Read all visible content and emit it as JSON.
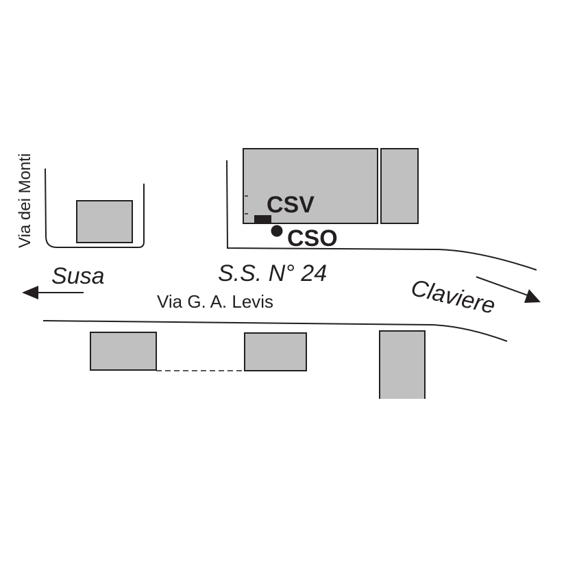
{
  "map": {
    "street_side": "Via dei Monti",
    "highway": "S.S. N° 24",
    "street_main": "Via G. A. Levis",
    "dir_west": "Susa",
    "dir_east": "Claviere",
    "marker_csv": "CSV",
    "marker_cso": "CSO"
  },
  "colors": {
    "building_fill": "#c0c0c0",
    "line": "#231f20"
  },
  "icons": {
    "csv_marker": "filled-rectangle",
    "cso_marker": "filled-circle",
    "arrow_west": "arrow-left",
    "arrow_east": "arrow-down-right"
  }
}
